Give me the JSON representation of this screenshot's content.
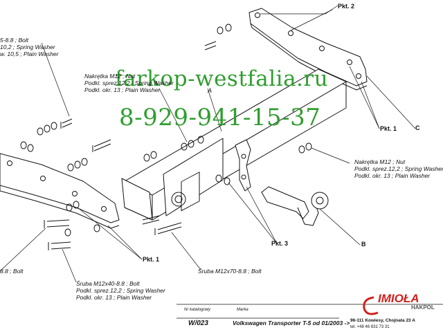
{
  "watermark": {
    "url": "farkop-westfalia.ru",
    "phone": "8-929-941-15-37",
    "color": "#2f9e2f"
  },
  "callouts": {
    "top_left_bolt": [
      "5-8.8 ;  Bolt",
      "10,2 ; Spring Washer",
      "w. 10,5 ; Plain Washer"
    ],
    "nut_left": [
      "Nakrętka  M12 ; Nut",
      "Podkl. sprez.12,2 ; Spring Washer",
      "Podkl. okr. 13 ; Plain Washer"
    ],
    "nut_right": [
      "Nakrętka  M12 ; Nut",
      "Podkl. sprez.12,2 ; Spring Washer",
      "Podkl. okr. 13 ; Plain Washer"
    ],
    "bolt_bottom_left": [
      "Śruba M12x40-8.8 ;  Bolt",
      "Podkl. sprez.12,2 ; Spring Washer",
      "Podkl. okr. 13 ; Plain Washer"
    ],
    "bolt_middle": "Śruba M12x70-8.8 ;  Bolt",
    "bolt_left_edge": "8.8 ;  Bolt"
  },
  "part_labels": {
    "pkt1_right": "Pkt. 1",
    "pkt1_left": "Pkt. 1",
    "pkt2": "Pkt. 2",
    "pkt3": "Pkt. 3",
    "letter_a": "A",
    "letter_b": "B",
    "letter_c": "C"
  },
  "title_block": {
    "catalog_label": "Nr katalogowy",
    "catalog_value": "W/023",
    "make_label": "Marka",
    "make_value": "Volkswagen Transporter T-5    od 01/2003 ->",
    "address": "96-111 Kowiesy, Chojnata 23 A",
    "tel": "tel. +48 46 831 73 31"
  },
  "logo": {
    "name": "IMIOŁA",
    "sub": "HAKPOL",
    "color": "#d0211c"
  }
}
